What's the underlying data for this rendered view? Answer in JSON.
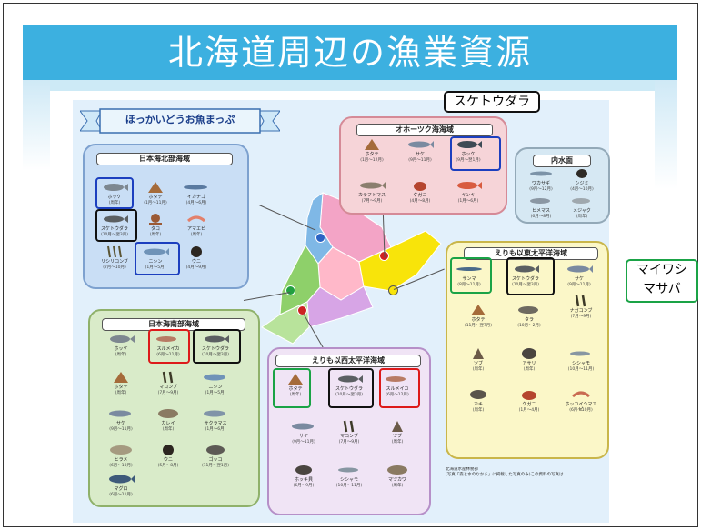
{
  "slide": {
    "title": "北海道周辺の漁業資源"
  },
  "map": {
    "banner": "ほっかいどうお魚まっぷ"
  },
  "callouts": {
    "top": "スケトウダラ",
    "right_line1": "マイワシ",
    "right_line2": "マサバ"
  },
  "panels": {
    "north_sea": {
      "title": "日本海北部海域",
      "items": [
        {
          "name": "ホッケ",
          "period": "(周年)"
        },
        {
          "name": "ホタテ",
          "period": "(1月～11月)"
        },
        {
          "name": "イカナゴ",
          "period": "(4月～6月)"
        },
        {
          "name": "スケトウダラ",
          "period": "(10月～翌3月)"
        },
        {
          "name": "タコ",
          "period": "(周年)"
        },
        {
          "name": "アマエビ",
          "period": "(周年)"
        },
        {
          "name": "リシリコンブ",
          "period": "(7月～10月)"
        },
        {
          "name": "ニシン",
          "period": "(1月～5月)"
        },
        {
          "name": "ウニ",
          "period": "(4月～9月)"
        }
      ]
    },
    "okhotsk": {
      "title": "オホーツク海海域",
      "items": [
        {
          "name": "ホタテ",
          "period": "(1月～12月)"
        },
        {
          "name": "サケ",
          "period": "(9月～11月)"
        },
        {
          "name": "ホッケ",
          "period": "(9月～翌1月)"
        },
        {
          "name": "カラフトマス",
          "period": "(7月～9月)"
        },
        {
          "name": "ケガニ",
          "period": "(4月～8月)"
        },
        {
          "name": "キンキ",
          "period": "(1月～6月)"
        }
      ]
    },
    "inland": {
      "title": "内水面",
      "items": [
        {
          "name": "ワカサギ",
          "period": "(9月～12月)"
        },
        {
          "name": "シジミ",
          "period": "(4月～10月)"
        },
        {
          "name": "ヒメマス",
          "period": "(6月～8月)"
        },
        {
          "name": "メジャク",
          "period": "(周年)"
        }
      ]
    },
    "east_pacific": {
      "title": "えりも以東太平洋海域",
      "items": [
        {
          "name": "サンマ",
          "period": "(8月～11月)"
        },
        {
          "name": "スケトウダラ",
          "period": "(10月～翌3月)"
        },
        {
          "name": "サケ",
          "period": "(9月～11月)"
        },
        {
          "name": "ホタテ",
          "period": "(11月～翌7月)"
        },
        {
          "name": "タラ",
          "period": "(10月～2月)"
        },
        {
          "name": "ナガコンブ",
          "period": "(7月～9月)"
        },
        {
          "name": "ツブ",
          "period": "(周年)"
        },
        {
          "name": "アサリ",
          "period": "(周年)"
        },
        {
          "name": "シシャモ",
          "period": "(10月～11月)"
        },
        {
          "name": "カキ",
          "period": "(周年)"
        },
        {
          "name": "ケガニ",
          "period": "(1月～4月)"
        },
        {
          "name": "ホッカイシマエビ",
          "period": "(6月～10月)"
        }
      ]
    },
    "south_sea": {
      "title": "日本海南部海域",
      "items": [
        {
          "name": "ホッケ",
          "period": "(周年)"
        },
        {
          "name": "スルメイカ",
          "period": "(6月～11月)"
        },
        {
          "name": "スケトウダラ",
          "period": "(10月～翌3月)"
        },
        {
          "name": "ホタテ",
          "period": "(周年)"
        },
        {
          "name": "マコンブ",
          "period": "(7月～9月)"
        },
        {
          "name": "ニシン",
          "period": "(1月～5月)"
        },
        {
          "name": "サケ",
          "period": "(9月～11月)"
        },
        {
          "name": "カレイ",
          "period": "(周年)"
        },
        {
          "name": "サクラマス",
          "period": "(1月～6月)"
        },
        {
          "name": "ヒラメ",
          "period": "(6月～10月)"
        },
        {
          "name": "ウニ",
          "period": "(5月～8月)"
        },
        {
          "name": "ゴッコ",
          "period": "(11月～翌1月)"
        },
        {
          "name": "マグロ",
          "period": "(6月～11月)"
        }
      ]
    },
    "west_pacific": {
      "title": "えりも以西太平洋海域",
      "items": [
        {
          "name": "ホタテ",
          "period": "(周年)"
        },
        {
          "name": "スケトウダラ",
          "period": "(10月～翌3月)"
        },
        {
          "name": "スルメイカ",
          "period": "(6月～12月)"
        },
        {
          "name": "サケ",
          "period": "(9月～11月)"
        },
        {
          "name": "マコンブ",
          "period": "(7月～9月)"
        },
        {
          "name": "ツブ",
          "period": "(周年)"
        },
        {
          "name": "ホッキ貝",
          "period": "(6月～9月)"
        },
        {
          "name": "シシャモ",
          "period": "(10月～11月)"
        },
        {
          "name": "マツカワ",
          "period": "(周年)"
        }
      ]
    }
  },
  "notes": {
    "heading": "北海道水産林務部",
    "body": "(写真「森と水のなかま」に掲載した写真のみ)この資料の写真は…"
  },
  "colors": {
    "title_band": "#3cb0e0",
    "highlight_blue": "#1c3fbf",
    "highlight_black": "#111111",
    "highlight_red": "#dd1a1a",
    "highlight_green": "#1aa346"
  }
}
